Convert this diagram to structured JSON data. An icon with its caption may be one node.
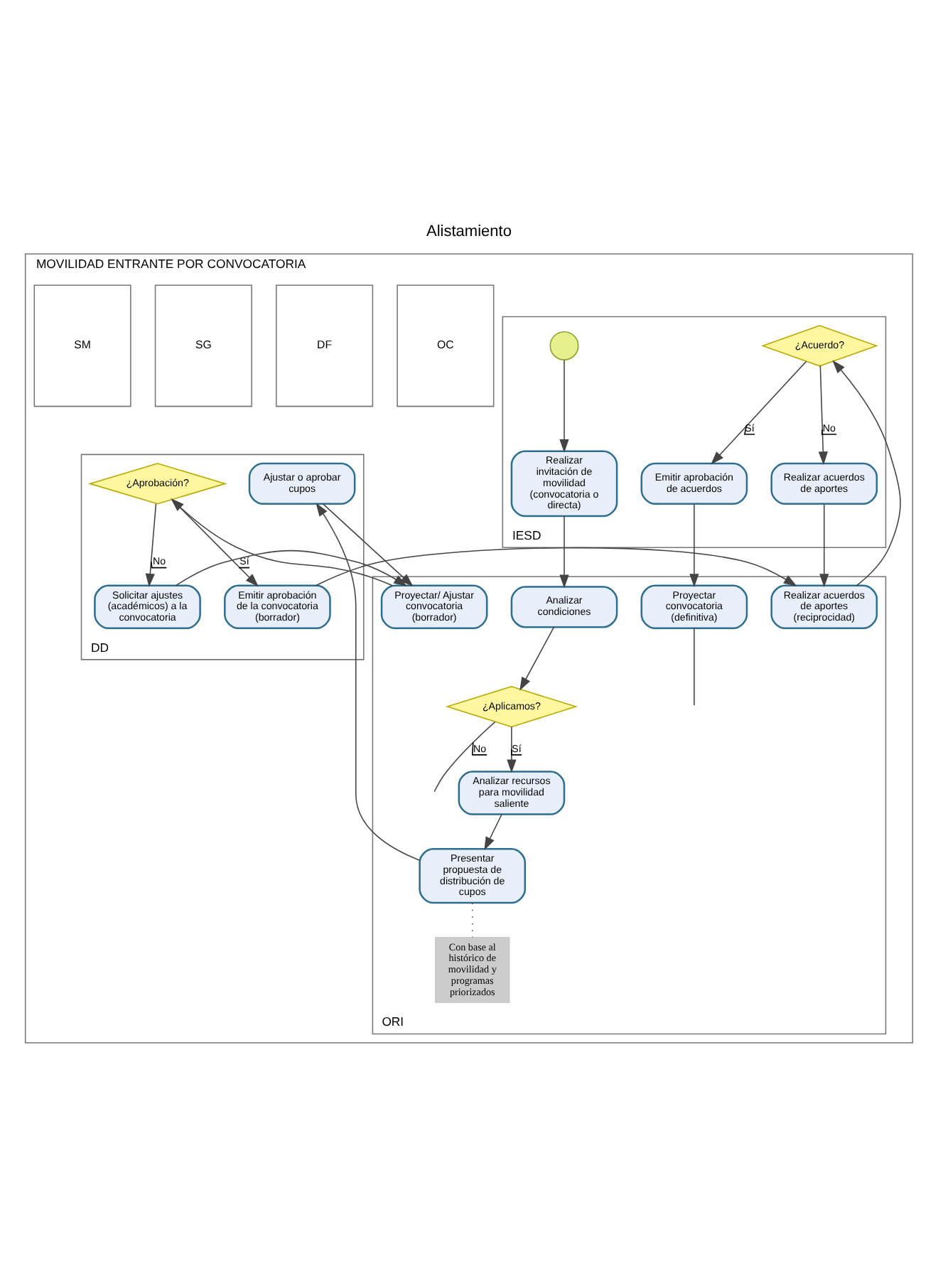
{
  "diagram": {
    "title": "Alistamiento",
    "nodes": [
      {
        "text": [
          "MOVILIDAD ENTRANTE POR CONVOCATORIA"
        ]
      },
      {
        "text": [
          "IESD"
        ],
        "in": 0
      },
      {
        "text": [],
        "shape": "circle",
        "in": 1
      },
      {
        "text": [
          "Realizar invitación de movilidad (convocatoria o directa)"
        ],
        "in": 1
      },
      {
        "text": [
          "Realizar acuerdos de aportes"
        ],
        "in": 1
      },
      {
        "text": [
          "¿Acuerdo?"
        ],
        "in": 1
      },
      {
        "text": [
          "Emitir aprobación de acuerdos"
        ],
        "in": 1
      },
      {
        "text": [
          "ORI"
        ],
        "in": 0
      },
      {
        "text": [
          "Analizar condiciones"
        ],
        "in": 7
      },
      {
        "text": [
          "¿Aplicamos?"
        ],
        "in": 7
      },
      {
        "text": [
          "Analizar recursos para movilidad saliente"
        ],
        "in": 7
      },
      {
        "text": [
          "Presentar propuesta de distribución de cupos"
        ],
        "in": 7
      },
      {
        "text": [
          "Con base al histórico de movilidad y programas priorizados"
        ],
        "in": 7
      },
      {
        "text": [
          "Proyectar/ Ajustar convocatoria (borrador)"
        ],
        "in": 7
      },
      {
        "text": [
          "Realizar acuerdos de aportes (reciprocidad)"
        ],
        "in": 7
      },
      {
        "text": [
          "Proyectar convocatoria (definitiva)"
        ],
        "in": 7
      },
      {
        "text": [
          "DD"
        ],
        "in": 0
      },
      {
        "text": [
          "Ajustar o aprobar cupos"
        ],
        "in": 16
      },
      {
        "text": [
          "¿Aprobación?"
        ],
        "in": 16
      },
      {
        "text": [
          "Emitir aprobación de la convocatoria (borrador)"
        ],
        "in": 16
      },
      {
        "text": [
          "Solicitar ajustes (académicos) a la convocatoria"
        ],
        "in": 16
      },
      {
        "text": [
          "OC"
        ],
        "in": 0
      },
      {
        "text": [
          "DF"
        ],
        "in": 0
      },
      {
        "text": [
          "SG"
        ],
        "in": 0
      },
      {
        "text": [
          "SM"
        ],
        "in": 0
      }
    ],
    "edges": [
      {
        "from": 2,
        "to": 3,
        "arrow": "to"
      },
      {
        "from": 3,
        "to": 8,
        "arrow": "to"
      },
      {
        "from": 4,
        "to": 14,
        "arrow": "to"
      },
      {
        "from": 5,
        "to": 4,
        "arrow": "to",
        "label": "No"
      },
      {
        "from": 5,
        "to": 6,
        "arrow": "to",
        "label": "Sí"
      },
      {
        "from": 6,
        "to": 15,
        "arrow": "to"
      },
      {
        "from": 8,
        "to": 9,
        "arrow": "to"
      },
      {
        "from": 9,
        "to": null,
        "arrow": "none",
        "label": "No"
      },
      {
        "from": 9,
        "to": 10,
        "arrow": "to",
        "label": "Sí"
      },
      {
        "from": 10,
        "to": 11,
        "arrow": "to"
      },
      {
        "from": 11,
        "to": 12,
        "arrow": "none",
        "style": "dashed"
      },
      {
        "from": 11,
        "to": 17,
        "arrow": "to"
      },
      {
        "from": 13,
        "to": 18,
        "arrow": "to"
      },
      {
        "from": 14,
        "to": 5,
        "arrow": "to"
      },
      {
        "from": 15,
        "to": null,
        "arrow": "none"
      },
      {
        "from": 17,
        "to": 13,
        "arrow": "to"
      },
      {
        "from": 18,
        "to": 19,
        "arrow": "to",
        "label": "Sí"
      },
      {
        "from": 18,
        "to": 20,
        "arrow": "to",
        "label": "No"
      },
      {
        "from": 19,
        "to": 14,
        "arrow": "to"
      },
      {
        "from": 20,
        "to": 13,
        "arrow": "to"
      }
    ]
  }
}
